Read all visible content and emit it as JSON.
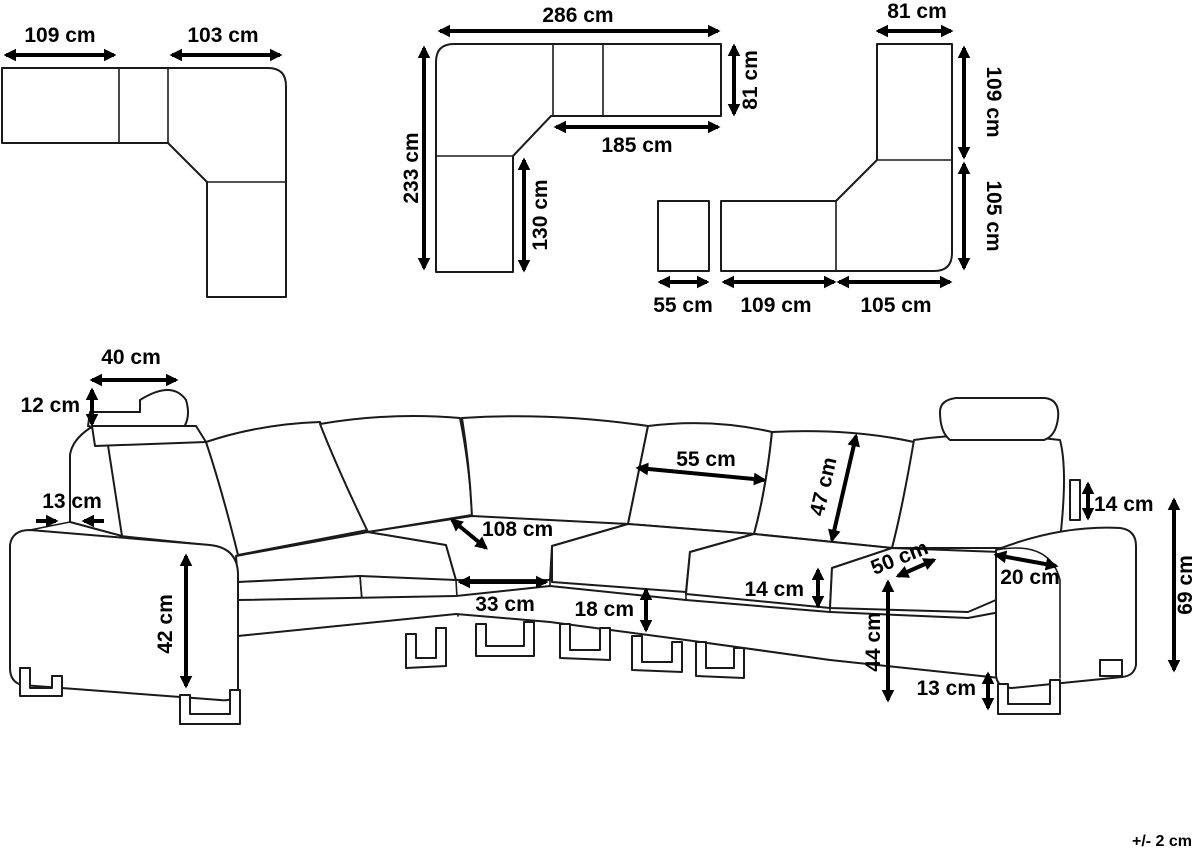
{
  "plan_a": {
    "width_left": "109 cm",
    "width_right": "103 cm"
  },
  "plan_b": {
    "overall_width": "286 cm",
    "overall_depth": "233 cm",
    "right_depth": "81 cm",
    "inner_width": "185 cm",
    "inner_depth": "130 cm"
  },
  "plan_c": {
    "top_width": "81 cm",
    "upper_depth": "109 cm",
    "lower_depth": "105 cm",
    "ottoman_width": "55 cm",
    "middle_width": "109 cm",
    "corner_width": "105 cm"
  },
  "elevation": {
    "headrest_width": "40 cm",
    "headrest_height": "12 cm",
    "armrest_offset": "13 cm",
    "cushion_depth": "108 cm",
    "corner_front": "33 cm",
    "back_width": "55 cm",
    "back_height": "47 cm",
    "seat_depth": "50 cm",
    "armrest_width": "20 cm",
    "headrest_rise": "14 cm",
    "total_height": "69 cm",
    "seat_thickness": "14 cm",
    "base_height": "18 cm",
    "seat_height": "44 cm",
    "arm_height": "42 cm",
    "leg_height": "13 cm"
  },
  "tolerance": "+/- 2 cm"
}
